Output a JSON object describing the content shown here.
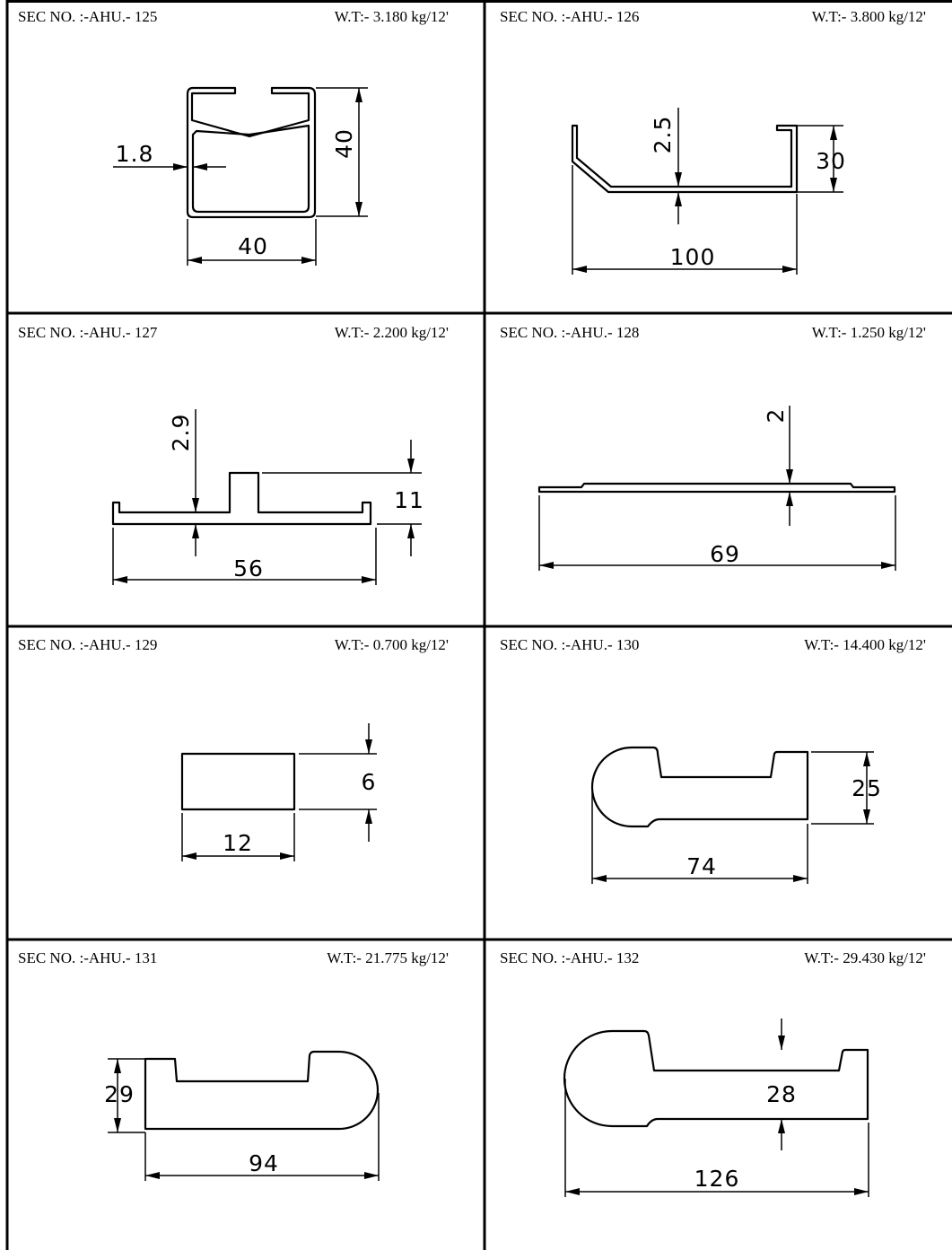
{
  "sections": [
    {
      "sec": "SEC NO. :-AHU.- 125",
      "wt": "W.T:-  3.180 kg/12'",
      "dims": [
        "1.8",
        "40",
        "40"
      ]
    },
    {
      "sec": "SEC NO. :-AHU.- 126",
      "wt": "W.T:-  3.800 kg/12'",
      "dims": [
        "2.5",
        "30",
        "100"
      ]
    },
    {
      "sec": "SEC NO. :-AHU.- 127",
      "wt": "W.T:-  2.200 kg/12'",
      "dims": [
        "2.9",
        "11",
        "56"
      ]
    },
    {
      "sec": "SEC NO. :-AHU.- 128",
      "wt": "W.T:-  1.250 kg/12'",
      "dims": [
        "2",
        "69"
      ]
    },
    {
      "sec": "SEC NO. :-AHU.- 129",
      "wt": "W.T:-  0.700 kg/12'",
      "dims": [
        "6",
        "12"
      ]
    },
    {
      "sec": "SEC NO. :-AHU.- 130",
      "wt": "W.T:-  14.400 kg/12'",
      "dims": [
        "25",
        "74"
      ]
    },
    {
      "sec": "SEC NO. :-AHU.- 131",
      "wt": "W.T:-  21.775 kg/12'",
      "dims": [
        "29",
        "94"
      ]
    },
    {
      "sec": "SEC NO. :-AHU.- 132",
      "wt": "W.T:-  29.430 kg/12'",
      "dims": [
        "28",
        "126"
      ]
    }
  ]
}
